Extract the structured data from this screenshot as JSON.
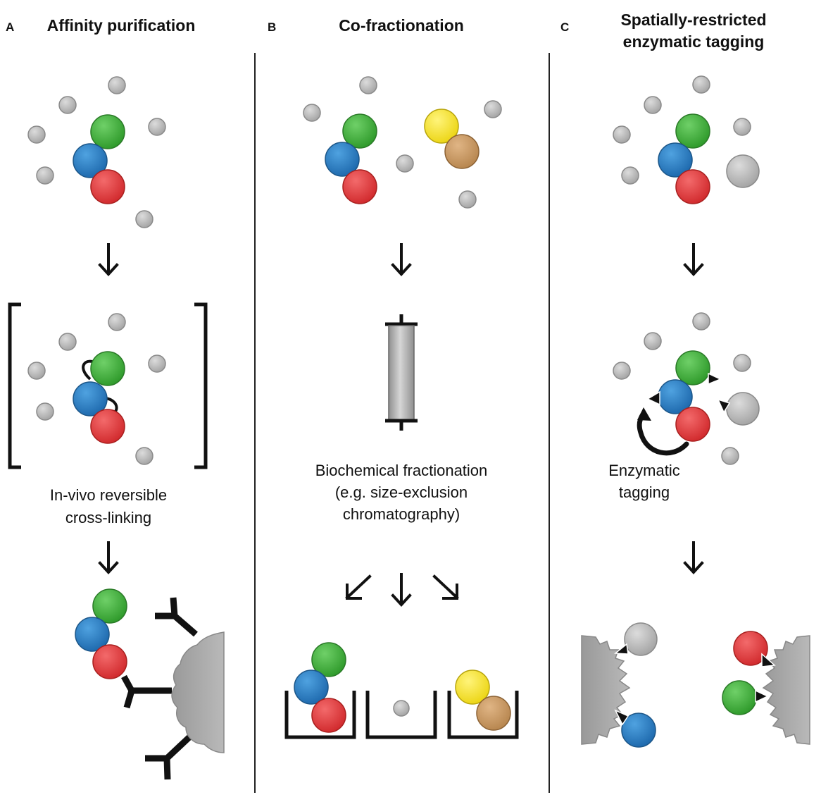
{
  "panels": {
    "a": {
      "letter": "A",
      "title": "Affinity purification",
      "caption_lines": [
        "In-vivo reversible",
        "cross-linking"
      ]
    },
    "b": {
      "letter": "B",
      "title": "Co-fractionation",
      "caption_lines": [
        "Biochemical fractionation",
        "(e.g. size-exclusion",
        "chromatography)"
      ]
    },
    "c": {
      "letter": "C",
      "title_lines": [
        "Spatially-restricted",
        "enzymatic tagging"
      ],
      "caption_lines": [
        "Enzymatic",
        "tagging"
      ]
    }
  },
  "colors": {
    "grey_protein": "#b3b3b3",
    "green_protein": "#3fae3a",
    "blue_protein": "#2a7ec4",
    "red_protein": "#e23a3d",
    "yellow_protein": "#f4e21c",
    "tan_protein": "#c89662",
    "bead": "#a9a9a9",
    "column": "#b8b8b8"
  },
  "icons": [
    "down-arrow-icon",
    "down-left-arrow-icon",
    "down-right-arrow-icon",
    "antibody-icon",
    "crosslink-icon",
    "tag-triangle-icon",
    "cycle-arrow-icon"
  ]
}
